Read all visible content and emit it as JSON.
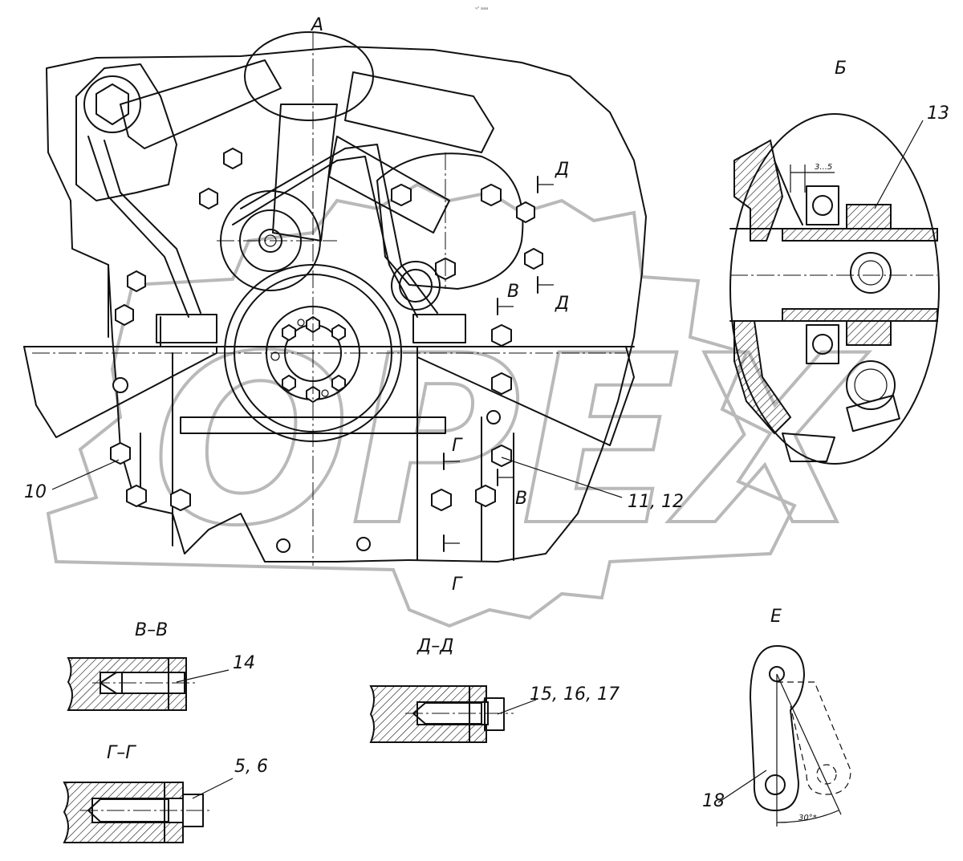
{
  "labels": {
    "view_a": "А",
    "view_b": "Б",
    "view_v": "В",
    "view_d": "Д",
    "view_g": "Г",
    "view_e": "Е",
    "part_10": "10",
    "part_11_12": "11, 12",
    "part_13": "13",
    "part_14": "14",
    "part_15_16_17": "15, 16, 17",
    "part_5_6": "5, 6",
    "part_18": "18",
    "section_vv": "В–В",
    "section_dd": "Д–Д",
    "section_gg": "Г–Г",
    "dim_3_5": "3...5",
    "angle_30": "30°*",
    "top_mark": "ч° ааа"
  },
  "watermark": "OPEX"
}
